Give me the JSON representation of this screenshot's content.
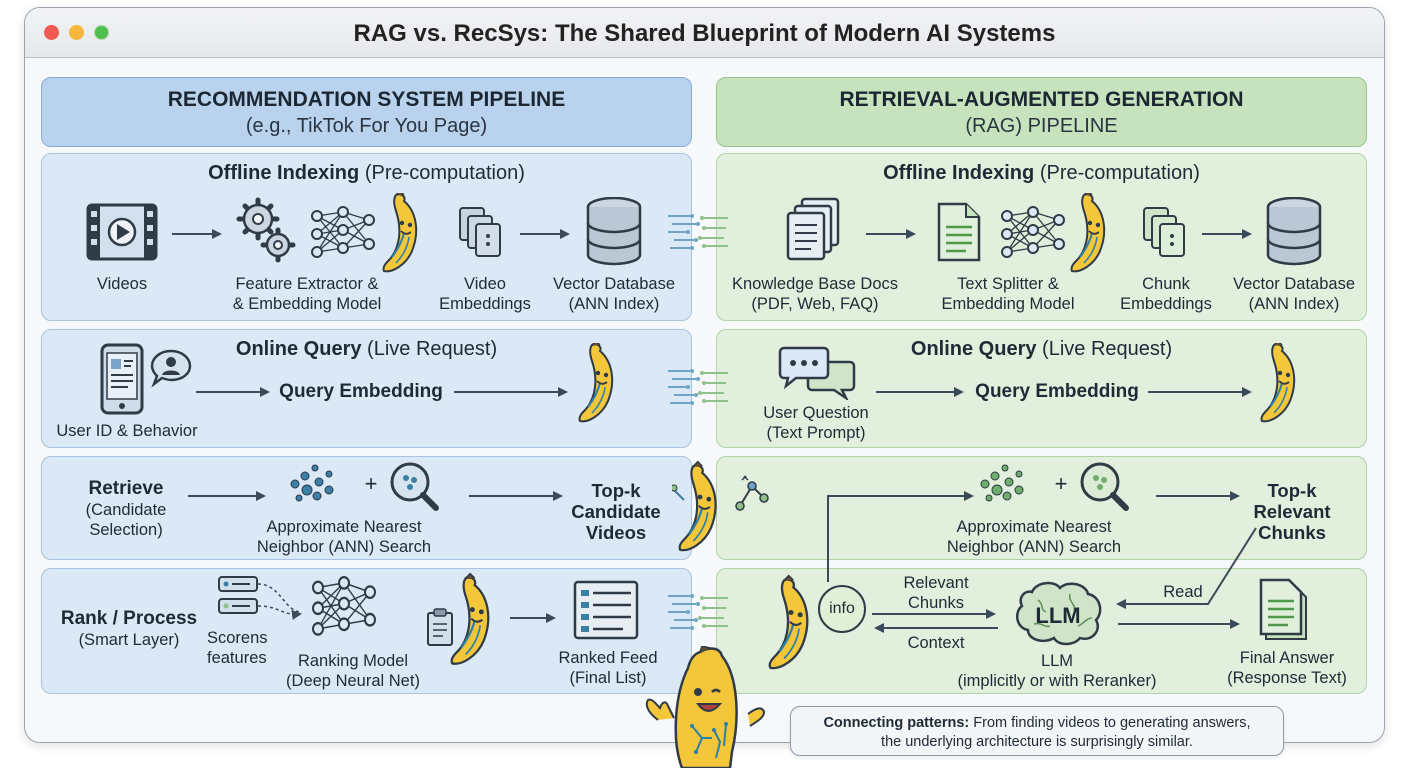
{
  "window": {
    "title": "RAG vs. RecSys: The Shared Blueprint of Modern AI Systems"
  },
  "left": {
    "header": {
      "title": "RECOMMENDATION SYSTEM PIPELINE",
      "subtitle": "(e.g., TikTok For You Page)"
    },
    "offline": {
      "title_bold": "Offline Indexing",
      "title_rest": "(Pre-computation)",
      "videos": "Videos",
      "extractor": [
        "Feature Extractor &",
        "& Embedding Model"
      ],
      "embeddings": [
        "Video",
        "Embeddings"
      ],
      "vector_db": [
        "Vector Database",
        "(ANN Index)"
      ]
    },
    "online": {
      "title_bold": "Online Query",
      "title_rest": "(Live Request)",
      "user": "User ID & Behavior",
      "query_embedding": "Query Embedding"
    },
    "retrieve": {
      "label": "Retrieve",
      "sub": [
        "(Candidate",
        "Selection)"
      ],
      "ann": [
        "Approximate Nearest",
        "Neighbor (ANN) Search"
      ],
      "topk": [
        "Top-k",
        "Candidate",
        "Videos"
      ],
      "plus": "+"
    },
    "rank": {
      "label": "Rank / Process",
      "sub": "(Smart Layer)",
      "scores": [
        "Scorens",
        "features"
      ],
      "model": [
        "Ranking Model",
        "(Deep Neural Net)"
      ],
      "feed": [
        "Ranked Feed",
        "(Final List)"
      ]
    }
  },
  "right": {
    "header": {
      "title": "RETRIEVAL-AUGMENTED GENERATION",
      "subtitle": "(RAG) PIPELINE"
    },
    "offline": {
      "title_bold": "Offline Indexing",
      "title_rest": "(Pre-computation)",
      "docs": [
        "Knowledge Base Docs",
        "(PDF, Web, FAQ)"
      ],
      "splitter": [
        "Text Splitter &",
        "Embedding Model"
      ],
      "chunks": [
        "Chunk",
        "Embeddings"
      ],
      "vector_db": [
        "Vector Database",
        "(ANN Index)"
      ]
    },
    "online": {
      "title_bold": "Online Query",
      "title_rest": "(Live Request)",
      "question": [
        "User Question",
        "(Text Prompt)"
      ],
      "query_embedding": "Query Embedding"
    },
    "retrieve": {
      "ann": [
        "Approximate Nearest",
        "Neighbor (ANN) Search"
      ],
      "topk": [
        "Top-k",
        "Relevant",
        "Chunks"
      ],
      "plus": "+"
    },
    "generate": {
      "relevant": [
        "Relevant",
        "Chunks"
      ],
      "context": "Context",
      "read": "Read",
      "llm_icon_text": "LLM",
      "llm": [
        "LLM",
        "(implicitly or with Reranker)"
      ],
      "answer": [
        "Final Answer",
        "(Response Text)"
      ],
      "info": "info"
    }
  },
  "callout": {
    "bold": "Connecting patterns:",
    "text1": " From finding videos to generating answers,",
    "text2": "the underlying architecture is surprisingly similar."
  },
  "colors": {
    "rec_panel": "#dbe8f5",
    "rag_panel": "#e1efdc",
    "rec_header": "#b9d3ee",
    "rag_header": "#c7e3bd",
    "icon_dark": "#34495e",
    "banana": "#f4c73b"
  }
}
